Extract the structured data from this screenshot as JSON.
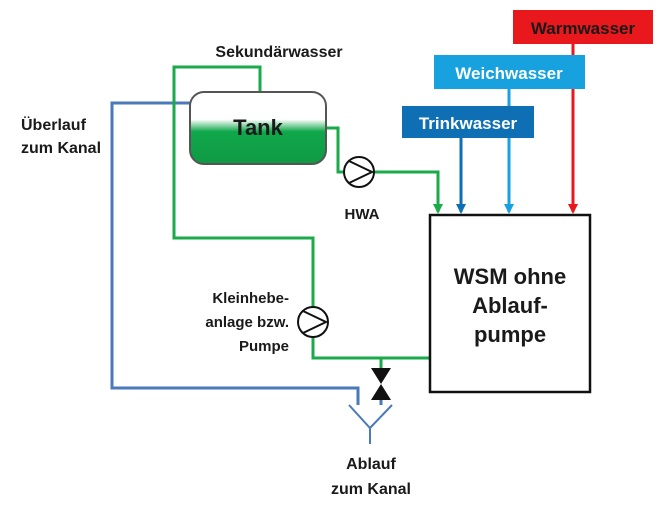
{
  "labels": {
    "sekundaerwasser": "Sekundärwasser",
    "ueberlauf_line1": "Überlauf",
    "ueberlauf_line2": "zum Kanal",
    "tank": "Tank",
    "hwa": "HWA",
    "kleinhebe_line1": "Kleinhebe-",
    "kleinhebe_line2": "anlage  bzw.",
    "kleinhebe_line3": "Pumpe",
    "wsm_line1": "WSM ohne",
    "wsm_line2": "Ablauf-",
    "wsm_line3": "pumpe",
    "ablauf_line1": "Ablauf",
    "ablauf_line2": "zum Kanal"
  },
  "sources": {
    "warmwasser": "Warmwasser",
    "weichwasser": "Weichwasser",
    "trinkwasser": "Trinkwasser"
  },
  "colors": {
    "green_line": "#1aaa4a",
    "blue_line": "#4a7ab8",
    "warm_red": "#e8181c",
    "soft_blue": "#17a2df",
    "drink_blue": "#0e6fb5",
    "tank_green": "#10a74a",
    "outline": "#111111"
  }
}
